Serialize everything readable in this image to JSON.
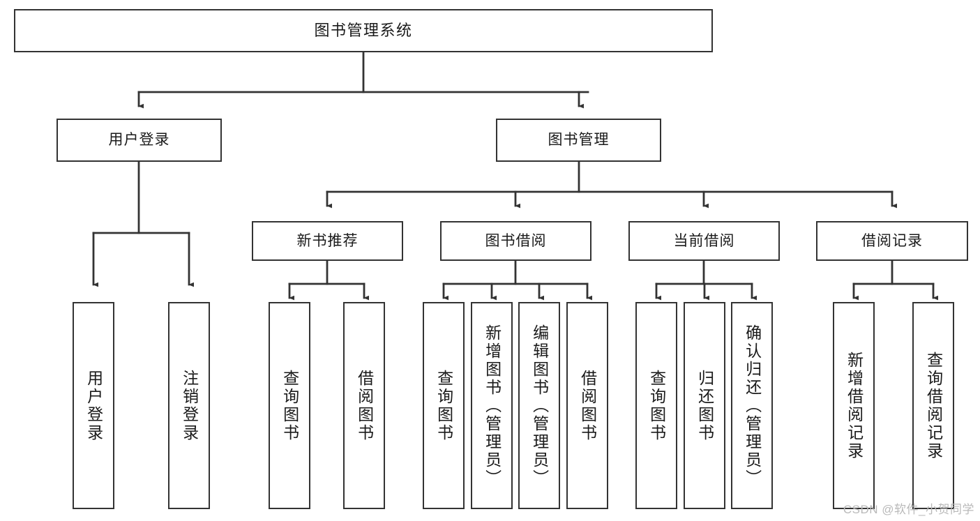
{
  "diagram": {
    "type": "tree-hierarchy",
    "title": "图书管理系统",
    "orientation": "top-down",
    "line_color": "#333333",
    "box_border_color": "#333333",
    "background_color": "#ffffff",
    "watermark": "CSDN @软件_小贺同学"
  },
  "nodes": {
    "root": {
      "label": "图书管理系统",
      "level": 1
    },
    "level2": [
      {
        "id": "user-login",
        "label": "用户登录"
      },
      {
        "id": "book-manage",
        "label": "图书管理"
      }
    ],
    "level3": [
      {
        "id": "new-book-recommend",
        "label": "新书推荐"
      },
      {
        "id": "book-borrow",
        "label": "图书借阅"
      },
      {
        "id": "current-borrow",
        "label": "当前借阅"
      },
      {
        "id": "borrow-record",
        "label": "借阅记录"
      }
    ],
    "leaves": {
      "user-login": [
        {
          "id": "leaf-user-login",
          "label": "用户登录"
        },
        {
          "id": "leaf-user-logout",
          "label": "注销登录"
        }
      ],
      "new-book-recommend": [
        {
          "id": "leaf-query-book-1",
          "label": "查询图书"
        },
        {
          "id": "leaf-borrow-book-1",
          "label": "借阅图书"
        }
      ],
      "book-borrow": [
        {
          "id": "leaf-query-book-2",
          "label": "查询图书"
        },
        {
          "id": "leaf-add-book",
          "label": "新增图书（管理员）"
        },
        {
          "id": "leaf-edit-book",
          "label": "编辑图书（管理员）"
        },
        {
          "id": "leaf-borrow-book-2",
          "label": "借阅图书"
        }
      ],
      "current-borrow": [
        {
          "id": "leaf-query-book-3",
          "label": "查询图书"
        },
        {
          "id": "leaf-return-book",
          "label": "归还图书"
        },
        {
          "id": "leaf-confirm-return",
          "label": "确认归还（管理员）"
        }
      ],
      "borrow-record": [
        {
          "id": "leaf-add-record",
          "label": "新增借阅记录"
        },
        {
          "id": "leaf-query-record",
          "label": "查询借阅记录"
        }
      ]
    }
  }
}
